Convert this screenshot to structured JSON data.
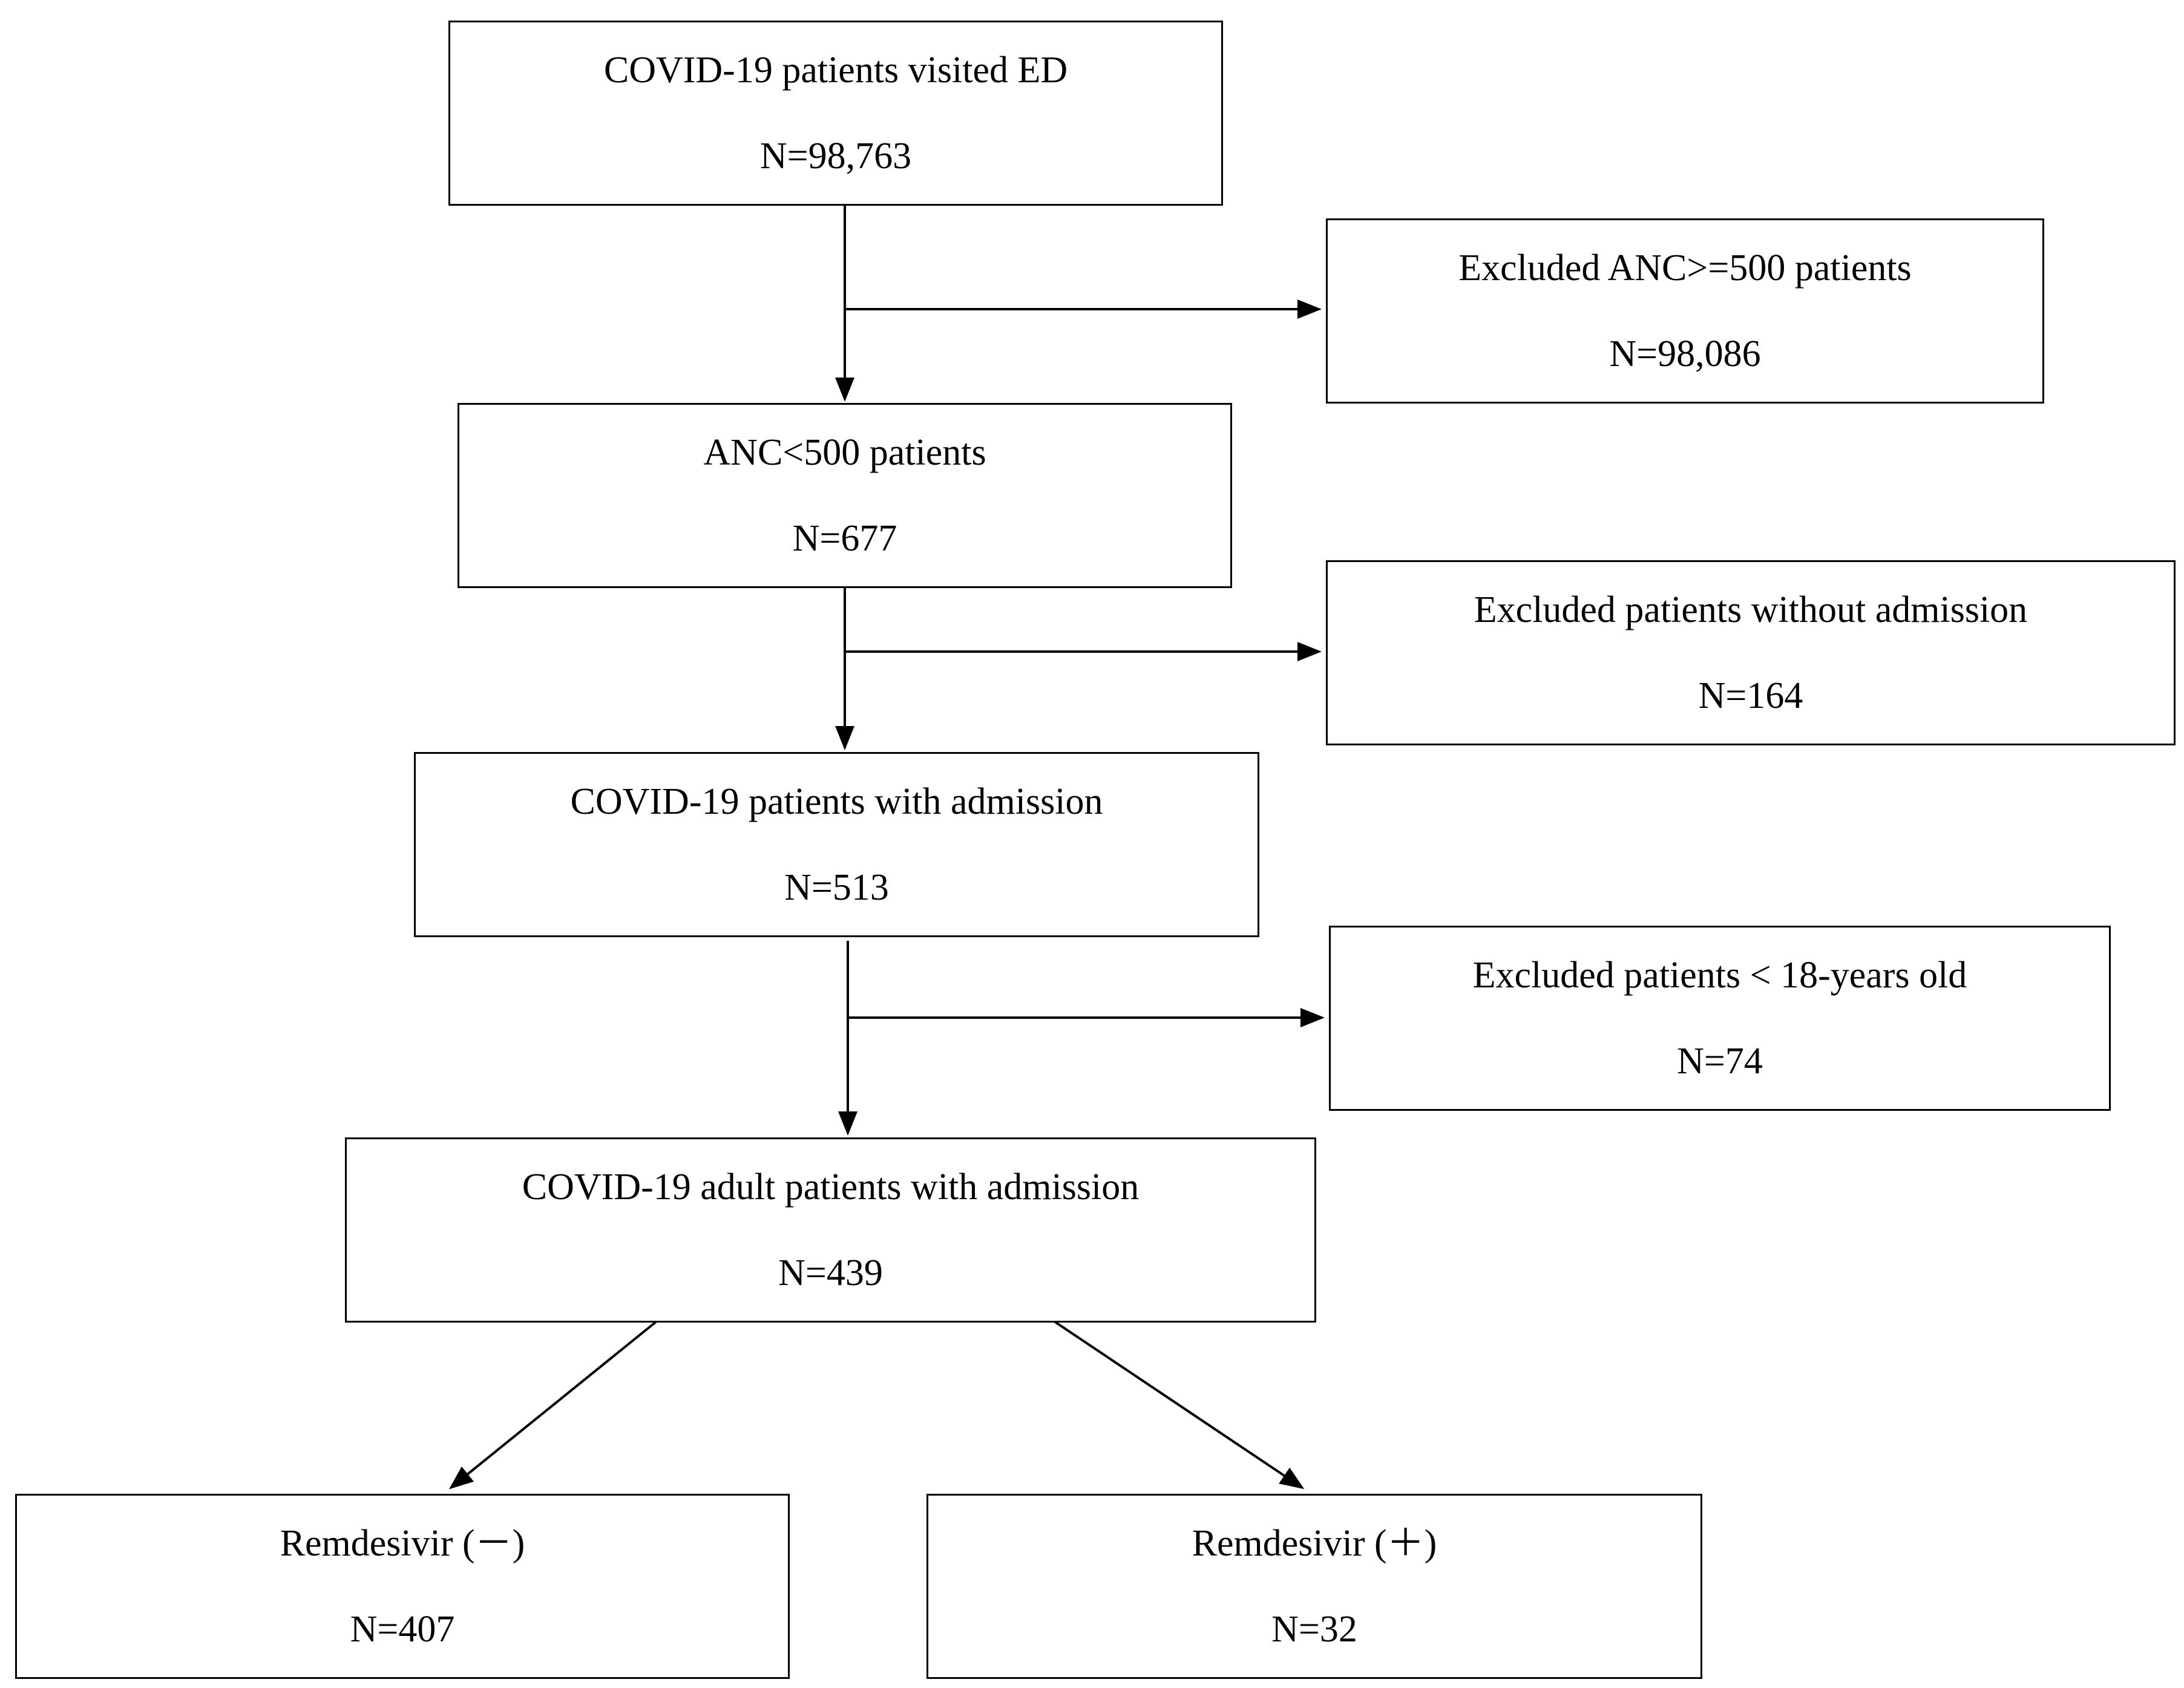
{
  "flowchart": {
    "boxes": {
      "visited_ed": {
        "label": "COVID-19 patients visited ED",
        "count": "N=98,763"
      },
      "excluded_anc": {
        "label": "Excluded ANC>=500 patients",
        "count": "N=98,086"
      },
      "anc_under_500": {
        "label": "ANC<500 patients",
        "count": "N=677"
      },
      "excluded_no_admission": {
        "label": "Excluded patients without admission",
        "count": "N=164"
      },
      "with_admission": {
        "label": "COVID-19 patients with admission",
        "count": "N=513"
      },
      "excluded_under_18": {
        "label": "Excluded patients < 18-years old",
        "count": "N=74"
      },
      "adult_with_admission": {
        "label": "COVID-19 adult patients with admission",
        "count": "N=439"
      },
      "remdesivir_negative": {
        "label": "Remdesivir (－)",
        "count": "N=407"
      },
      "remdesivir_positive": {
        "label": "Remdesivir (＋)",
        "count": "N=32"
      }
    }
  }
}
